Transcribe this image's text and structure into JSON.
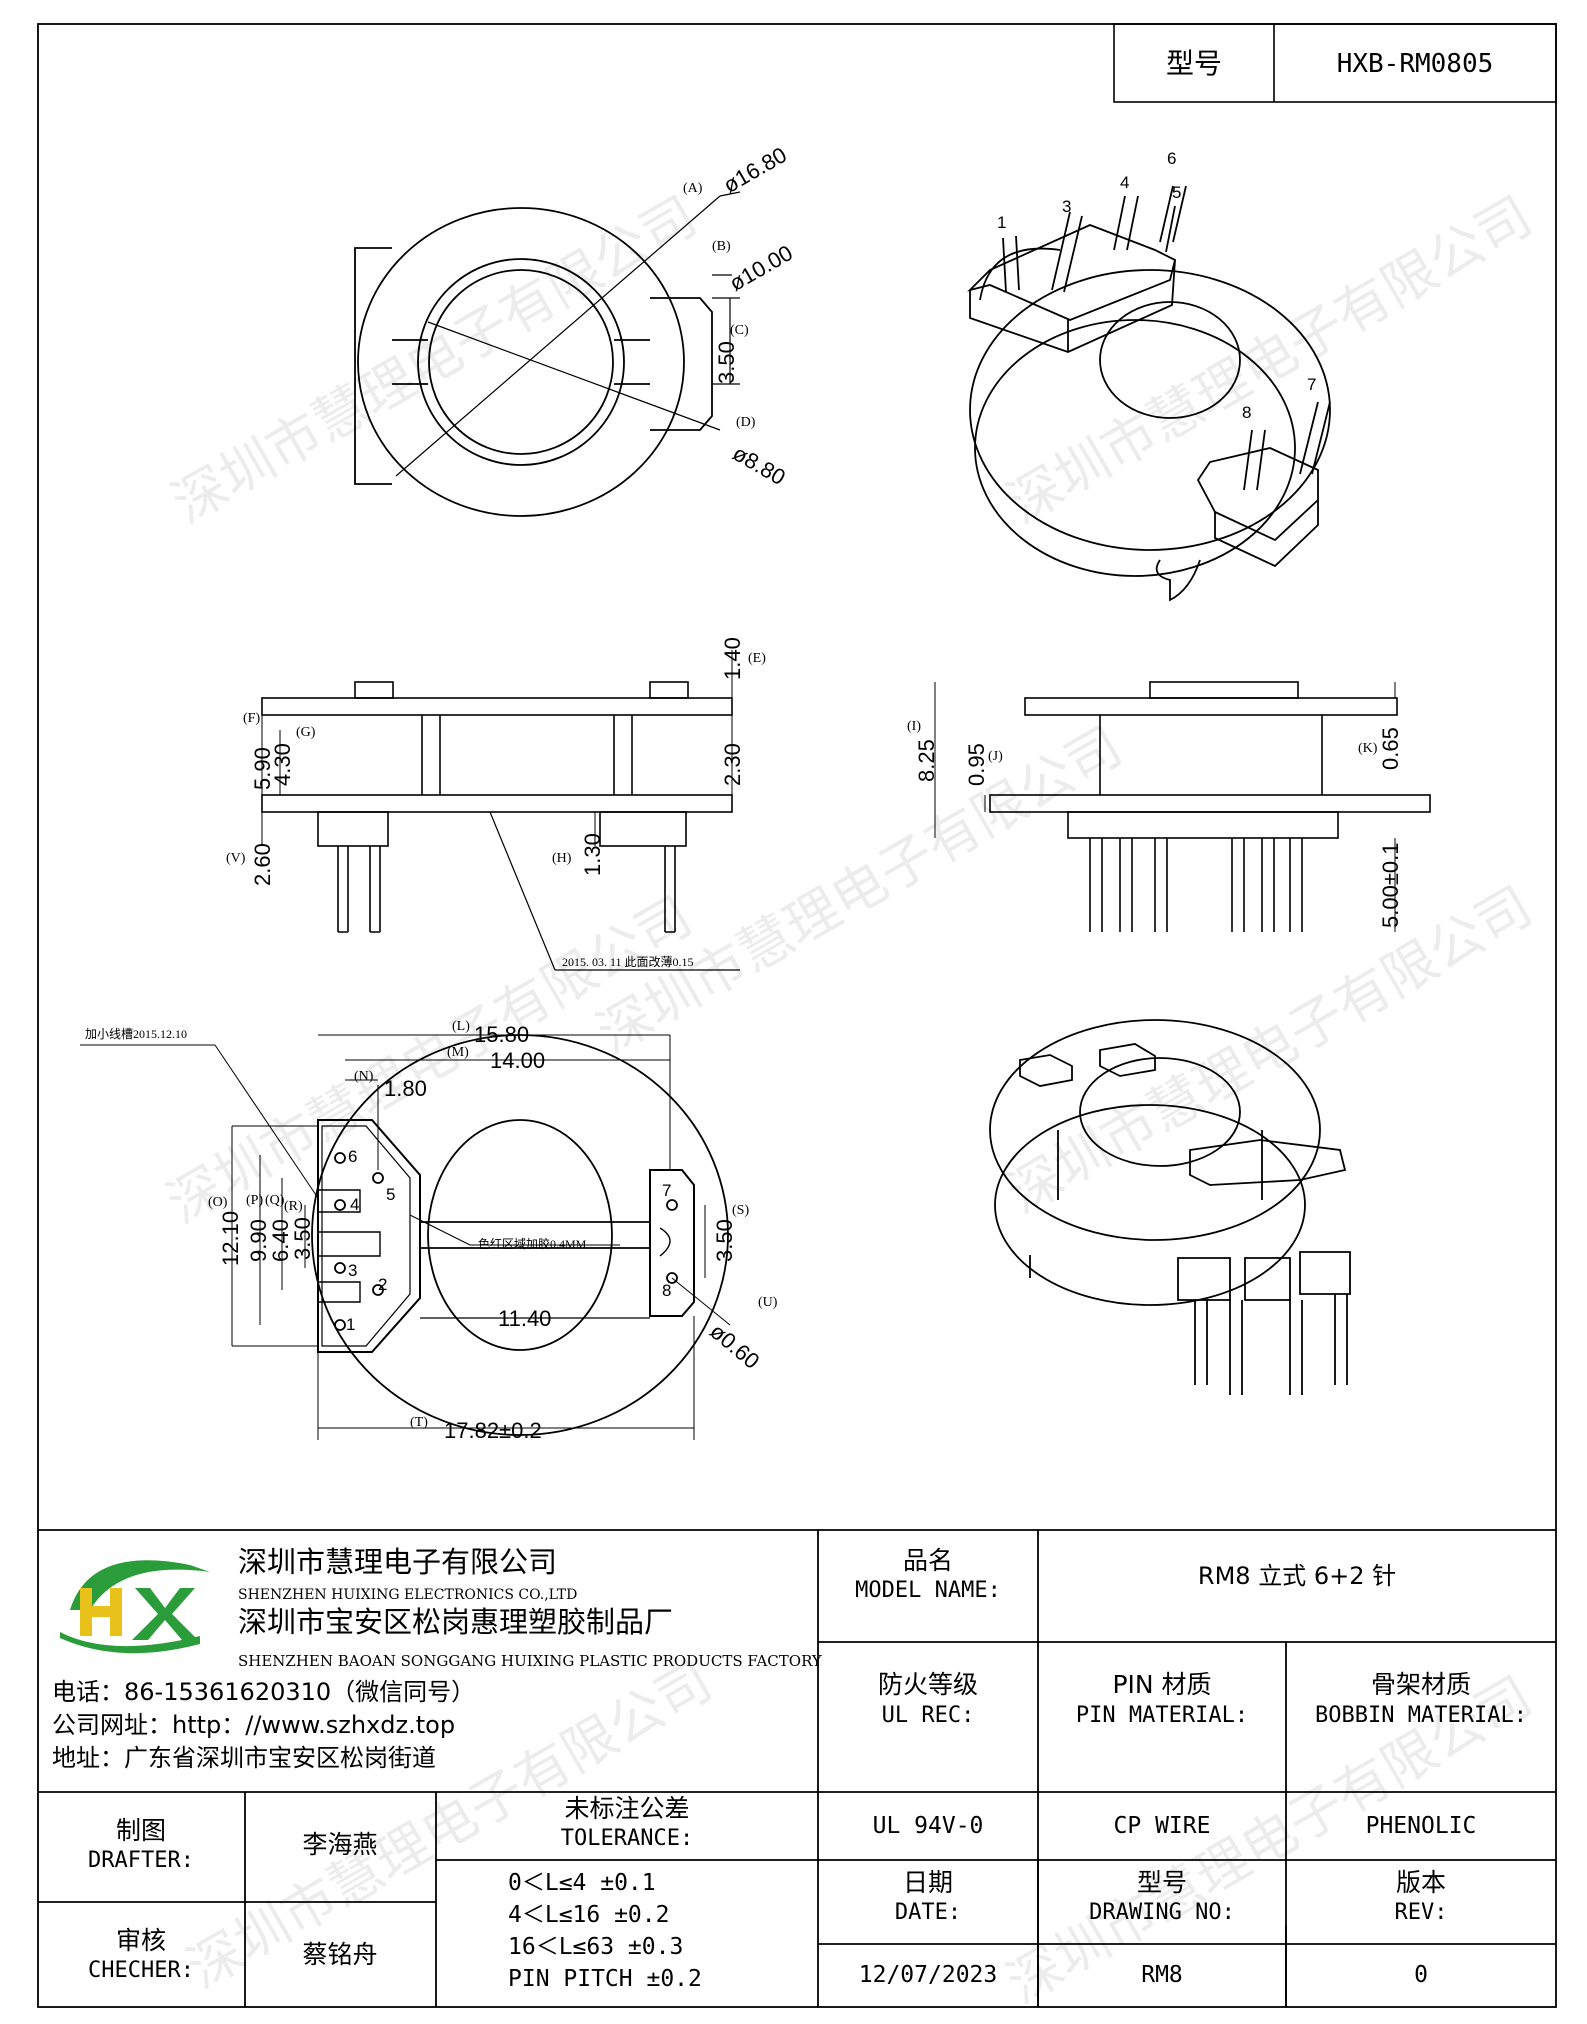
{
  "header": {
    "model_label": "型号",
    "model_value": "HXB-RM0805"
  },
  "watermark": "深圳市慧理电子有限公司",
  "top_view": {
    "dims": [
      {
        "label": "(A)",
        "value": "ø16.80"
      },
      {
        "label": "(B)",
        "value": "ø10.00"
      },
      {
        "label": "(C)",
        "value": "3.50"
      },
      {
        "label": "(D)",
        "value": "ø8.80"
      }
    ]
  },
  "iso_pins": [
    "1",
    "3",
    "4",
    "6",
    "5",
    "8",
    "7"
  ],
  "front_view": {
    "dims": [
      {
        "label": "(E)",
        "value": "1.40"
      },
      {
        "label": "(F)",
        "value": "5.90"
      },
      {
        "label": "(G)",
        "value": "4.30"
      },
      {
        "label": "",
        "value": "2.30"
      },
      {
        "label": "(V)",
        "value": "2.60"
      },
      {
        "label": "(H)",
        "value": "1.30"
      }
    ],
    "note": "2015. 03. 11 此面改薄0.15"
  },
  "side_view": {
    "dims": [
      {
        "label": "(I)",
        "value": "8.25"
      },
      {
        "label": "(J)",
        "value": "0.95"
      },
      {
        "label": "(K)",
        "value": "0.65"
      },
      {
        "label": "",
        "value": "5.00±0.1"
      }
    ]
  },
  "bottom_view": {
    "note_slot": "加小线槽2015.12.10",
    "note_red": "色红区域加胶0.4MM",
    "dims": [
      {
        "label": "(L)",
        "value": "15.80"
      },
      {
        "label": "(M)",
        "value": "14.00"
      },
      {
        "label": "(N)",
        "value": "1.80"
      },
      {
        "label": "(O)",
        "value": "12.10"
      },
      {
        "label": "(P)",
        "value": "9.90"
      },
      {
        "label": "(Q)",
        "value": "6.40"
      },
      {
        "label": "(R)",
        "value": "3.50"
      },
      {
        "label": "(S)",
        "value": "3.50"
      },
      {
        "label": "(U)",
        "value": "ø0.60"
      },
      {
        "label": "",
        "value": "11.40"
      },
      {
        "label": "(T)",
        "value": "17.82±0.2"
      }
    ],
    "pins": [
      "6",
      "5",
      "4",
      "3",
      "2",
      "1",
      "7",
      "8"
    ]
  },
  "company": {
    "name_cn": "深圳市慧理电子有限公司",
    "name_en": "SHENZHEN HUIXING ELECTRONICS CO.,LTD",
    "factory_cn": "深圳市宝安区松岗惠理塑胶制品厂",
    "factory_en": "SHENZHEN BAOAN SONGGANG HUIXING PLASTIC PRODUCTS FACTORY",
    "phone": "电话：86-15361620310（微信同号）",
    "website": "公司网址：http：//www.szhxdz.top",
    "address": "地址：广东省深圳市宝安区松岗街道",
    "colors": {
      "green": "#2a9d3a",
      "yellow": "#e8c21a"
    }
  },
  "title_block": {
    "model_name_cn": "品名",
    "model_name_en": "MODEL NAME:",
    "model_name_value": "RM8 立式 6+2 针",
    "ul_cn": "防火等级",
    "ul_en": "UL REC:",
    "pin_cn": "PIN 材质",
    "pin_en": "PIN MATERIAL:",
    "bobbin_cn": "骨架材质",
    "bobbin_en": "BOBBIN MATERIAL:",
    "ul_value": "UL 94V-0",
    "pin_value": "CP WIRE",
    "bobbin_value": "PHENOLIC",
    "drafter_cn": "制图",
    "drafter_en": "DRAFTER:",
    "drafter_name": "李海燕",
    "checker_cn": "审核",
    "checker_en": "CHECHER:",
    "checker_name": "蔡铭舟",
    "tolerance_cn": "未标注公差",
    "tolerance_en": "TOLERANCE:",
    "tolerances": [
      "0＜L≤4   ±0.1",
      "4＜L≤16  ±0.2",
      "16＜L≤63  ±0.3",
      "PIN PITCH  ±0.2"
    ],
    "date_cn": "日期",
    "date_en": "DATE:",
    "drawing_cn": "型号",
    "drawing_en": "DRAWING NO:",
    "rev_cn": "版本",
    "rev_en": "REV:",
    "date_value": "12/07/2023",
    "drawing_value": "RM8",
    "rev_value": "0"
  }
}
